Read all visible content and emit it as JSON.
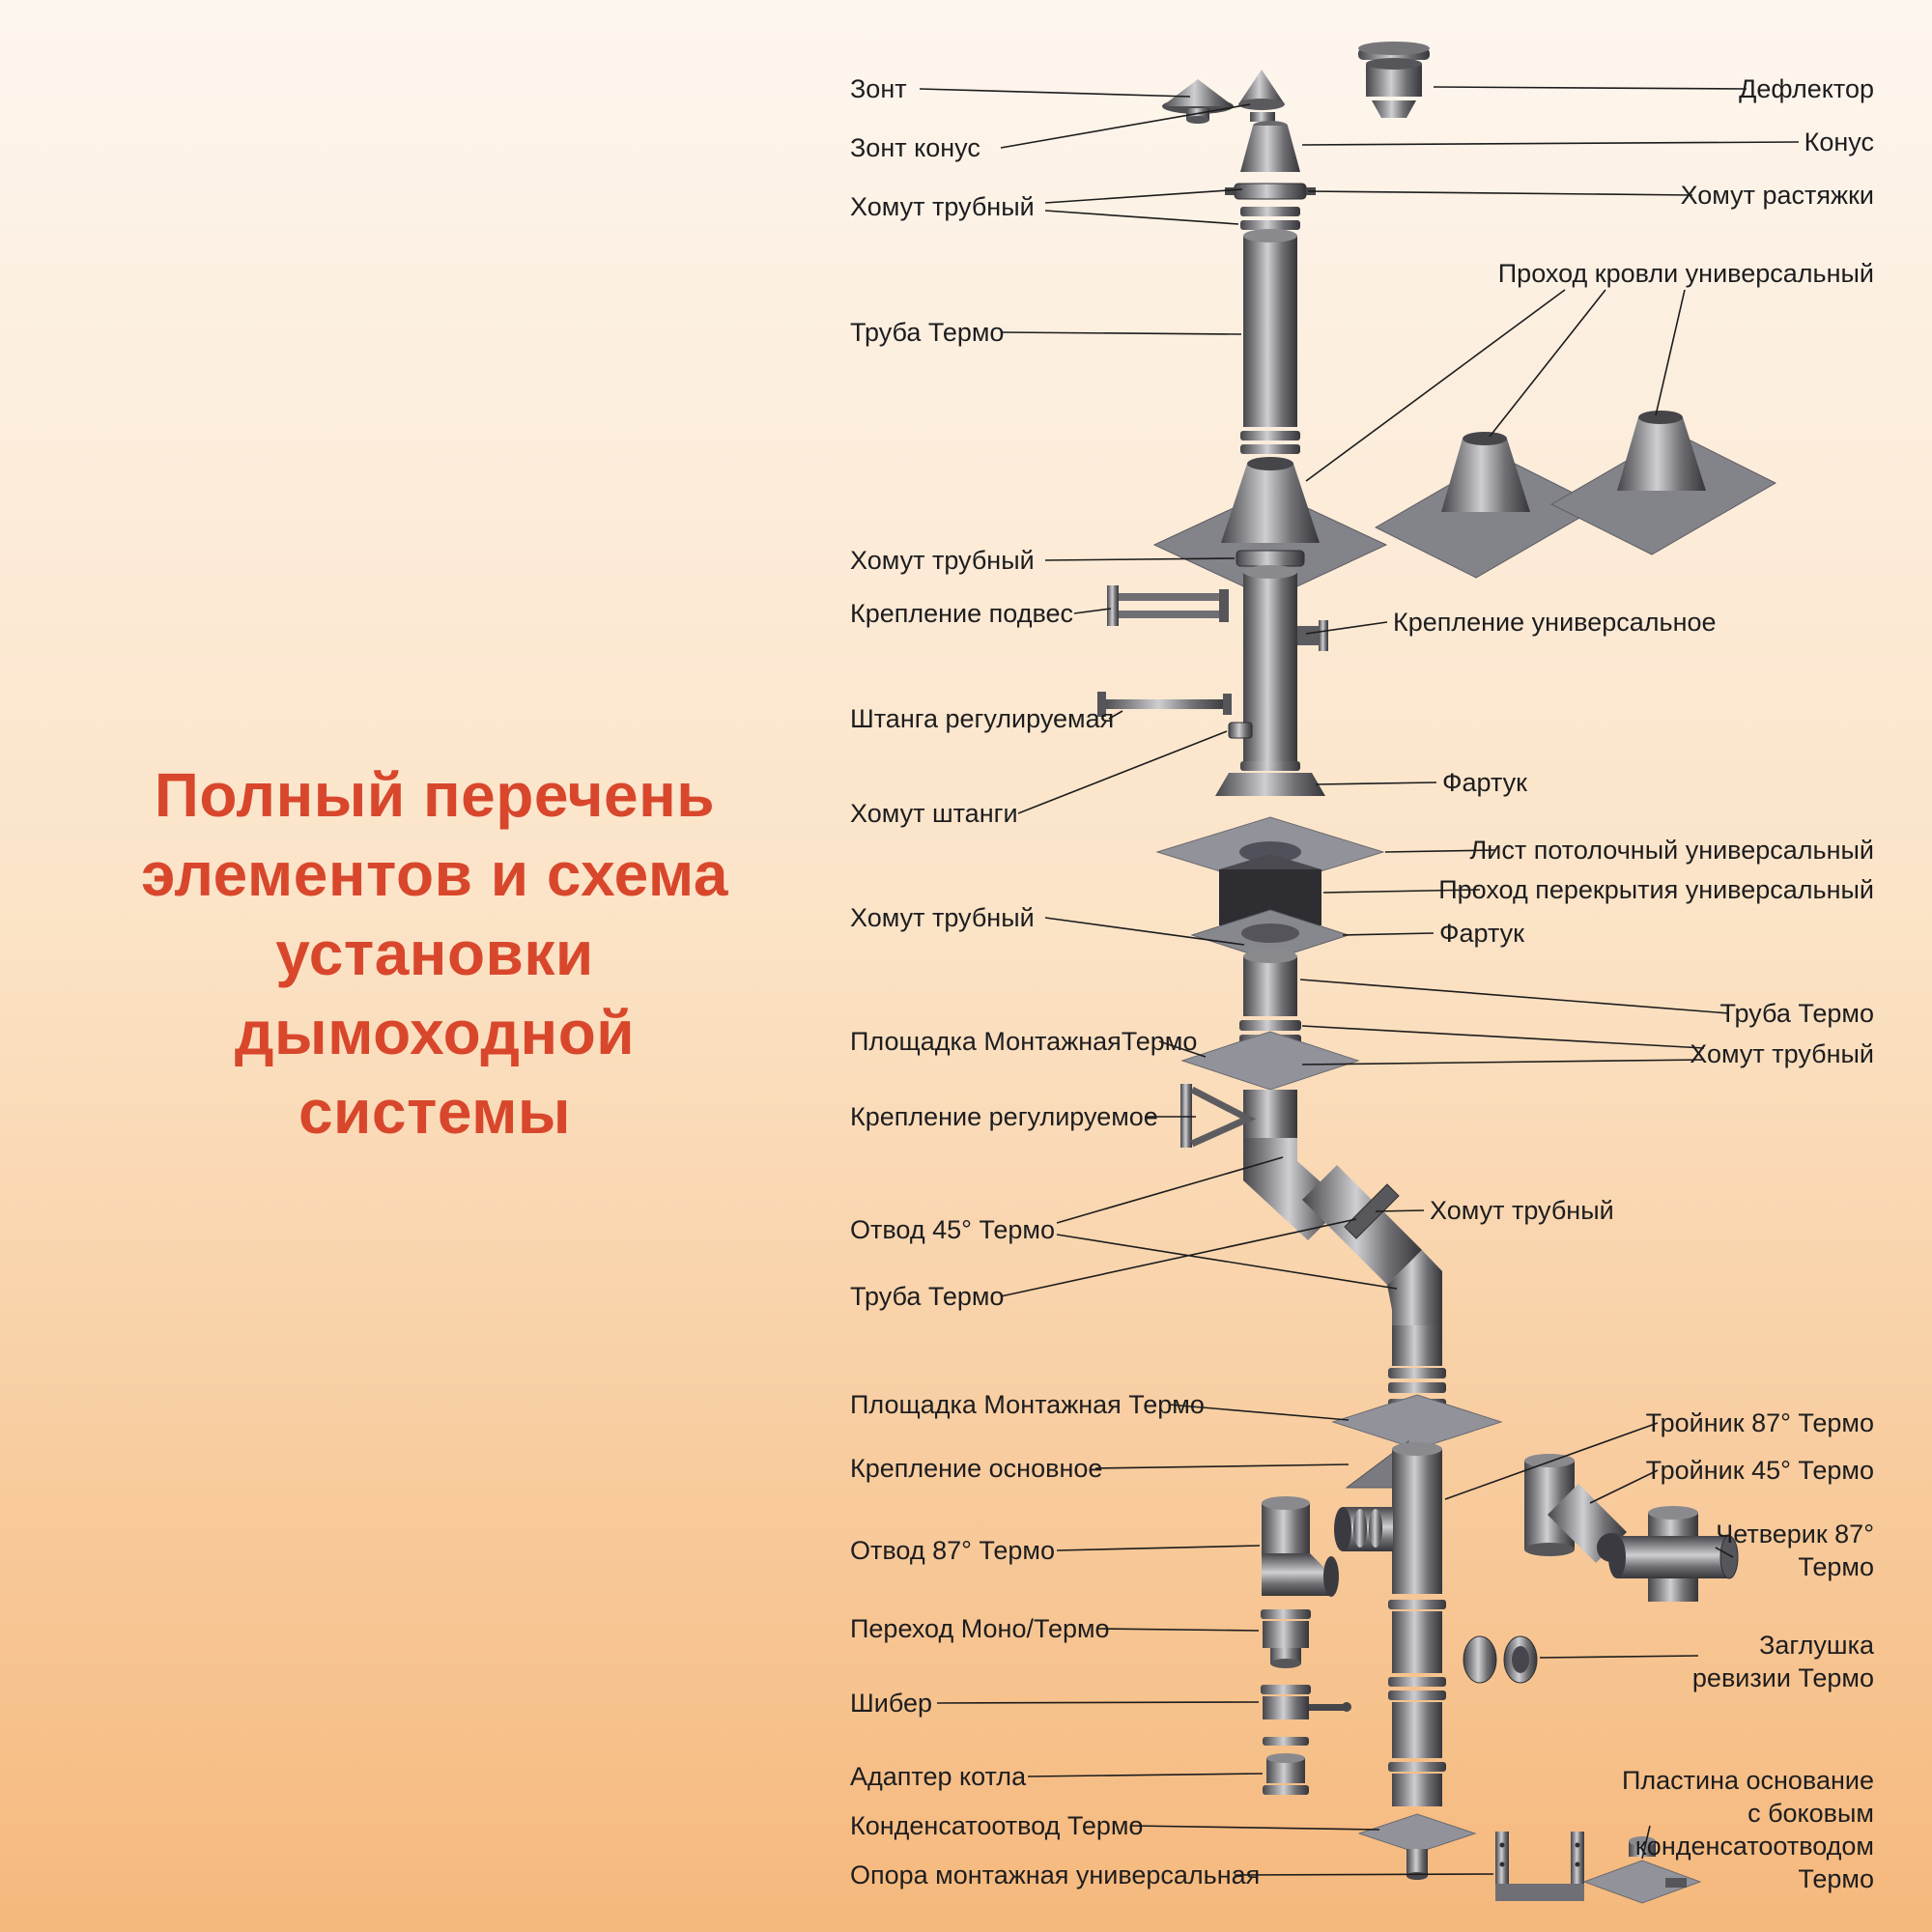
{
  "title": {
    "text": "Полный перечень\nэлементов и схема\nустановки\nдымоходной\nсистемы"
  },
  "colors": {
    "title": "#d8472c",
    "background_top": "#fdf6ef",
    "background_bottom": "#f5b87c",
    "leader_line": "#1c1c1c",
    "metal_dark": "#36363a",
    "metal_light": "#cfcfd2"
  },
  "labels": {
    "left": [
      "Зонт",
      "Зонт конус",
      "Хомут трубный",
      "Труба Термо",
      "Хомут трубный",
      "Крепление подвес",
      "Штанга регулируемая",
      "Хомут штанги",
      "Хомут трубный",
      "Площадка МонтажнаяТермо",
      "Крепление регулируемое",
      "Отвод 45° Термо",
      "Труба Термо",
      "Площадка Монтажная Термо",
      "Крепление основное",
      "Отвод 87° Термо",
      "Переход Моно/Термо",
      "Шибер",
      "Адаптер котла",
      "Конденсатоотвод Термо",
      "Опора монтажная универсальная"
    ],
    "right": [
      "Дефлектор",
      "Конус",
      "Хомут растяжки",
      "Проход кровли универсальный",
      "Лист потолочный универсальный",
      "Проход перекрытия универсальный",
      "Труба Термо",
      "Хомут трубный",
      "Тройник 87° Термо",
      "Тройник 45° Термо",
      "Четверик 87°\nТермо",
      "Заглушка\nревизии Термо",
      "Пластина основание\nс боковым\nконденсатоотводом\nТермо"
    ],
    "mid": [
      "Крепление универсальное",
      "Фартук",
      "Фартук",
      "Хомут трубный"
    ]
  }
}
